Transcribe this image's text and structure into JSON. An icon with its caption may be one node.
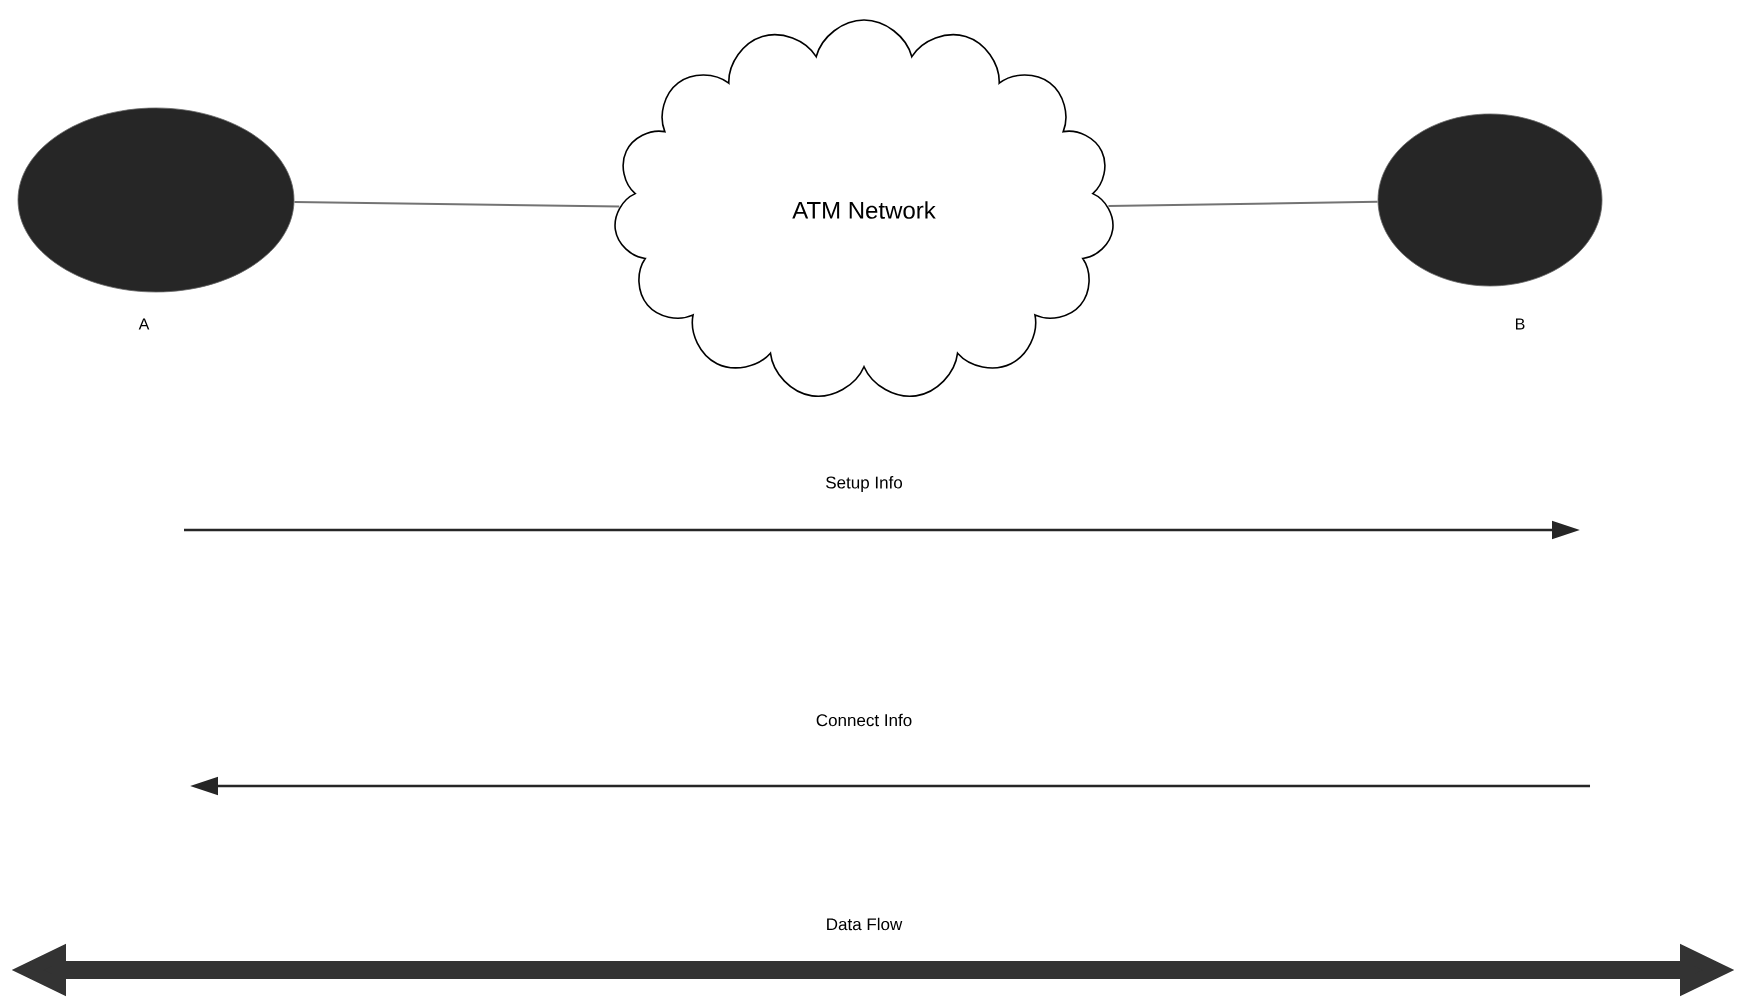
{
  "diagram": {
    "nodes": [
      {
        "text": [],
        "shape": "ellipse",
        "beside": [
          "A"
        ]
      },
      {
        "text": [
          "ATM Network"
        ]
      },
      {
        "text": [],
        "shape": "ellipse",
        "beside": [
          "B"
        ]
      }
    ],
    "edges": [
      {
        "from": 0,
        "to": 1,
        "arrow": "none"
      },
      {
        "from": 1,
        "to": 2,
        "arrow": "none"
      }
    ],
    "labels": [
      "Setup Info",
      "Connect Info",
      "Data Flow"
    ]
  }
}
